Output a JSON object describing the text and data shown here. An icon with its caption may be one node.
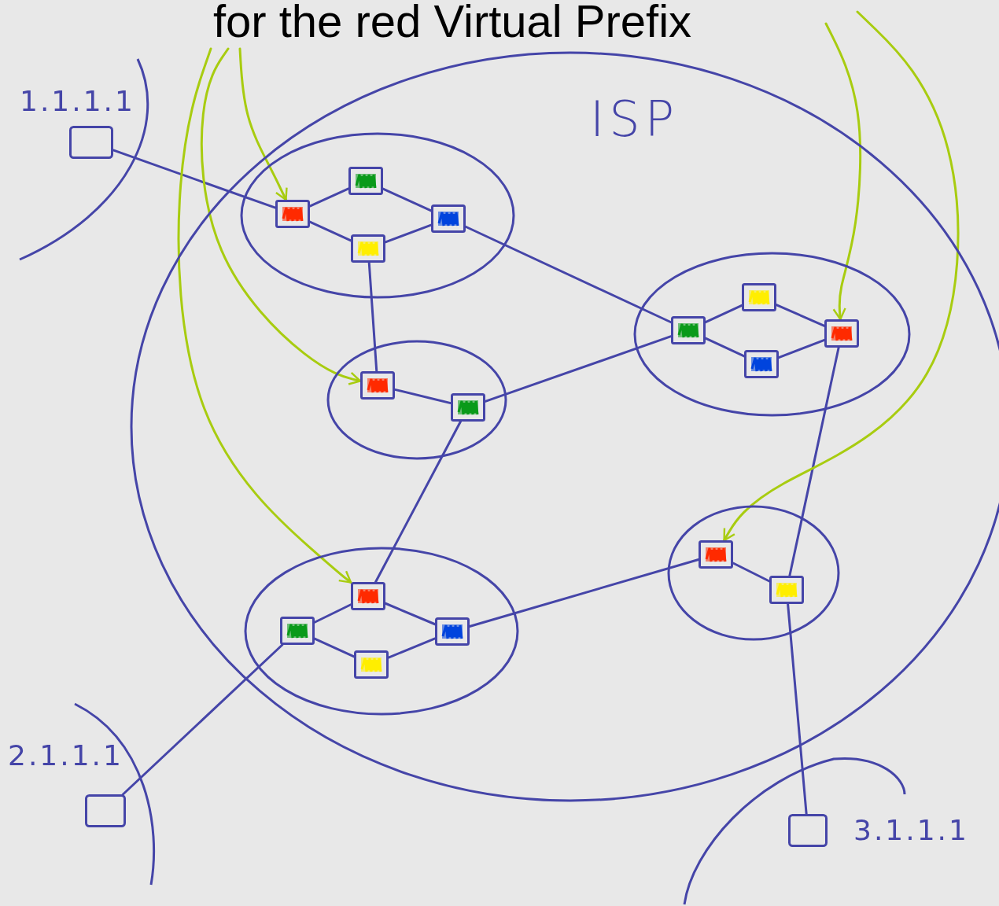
{
  "diagram": {
    "title": "for the red Virtual Prefix",
    "nodes": [
      {
        "text": [
          "ISP"
        ]
      },
      {
        "text": [],
        "shape": "box",
        "beside": [
          "1.1.1.1"
        ]
      },
      {
        "text": [],
        "shape": "ellipse",
        "in": 0
      },
      {
        "text": [],
        "shape": "box",
        "in": 2
      },
      {
        "text": [],
        "shape": "box",
        "in": 2
      },
      {
        "text": [],
        "shape": "box",
        "in": 2
      },
      {
        "text": [],
        "shape": "box",
        "in": 2
      },
      {
        "text": [],
        "shape": "ellipse",
        "in": 0
      },
      {
        "text": [],
        "shape": "box",
        "in": 7
      },
      {
        "text": [],
        "shape": "box",
        "in": 7
      },
      {
        "text": [],
        "shape": "box",
        "in": 7
      },
      {
        "text": [],
        "shape": "box",
        "in": 7
      },
      {
        "text": [],
        "shape": "ellipse",
        "in": 0
      },
      {
        "text": [],
        "shape": "box",
        "in": 12
      },
      {
        "text": [],
        "shape": "box",
        "in": 12
      },
      {
        "text": [],
        "shape": "ellipse",
        "in": 0
      },
      {
        "text": [],
        "shape": "box",
        "in": 15
      },
      {
        "text": [],
        "shape": "box",
        "in": 15
      },
      {
        "text": [],
        "shape": "ellipse",
        "in": 0
      },
      {
        "text": [],
        "shape": "box",
        "in": 18
      },
      {
        "text": [],
        "shape": "box",
        "in": 18
      },
      {
        "text": [],
        "shape": "box",
        "in": 18
      },
      {
        "text": [],
        "shape": "box",
        "in": 18
      },
      {
        "text": [],
        "shape": "box",
        "beside": [
          "2.1.1.1"
        ]
      },
      {
        "text": [],
        "shape": "box",
        "beside": [
          "3.1.1.1"
        ]
      }
    ],
    "edges": [
      {
        "from": 1,
        "to": 3,
        "arrow": "none"
      },
      {
        "from": 3,
        "to": 4,
        "arrow": "none"
      },
      {
        "from": 4,
        "to": 6,
        "arrow": "none"
      },
      {
        "from": 3,
        "to": 5,
        "arrow": "none"
      },
      {
        "from": 5,
        "to": 6,
        "arrow": "none"
      },
      {
        "from": 6,
        "to": 8,
        "arrow": "none"
      },
      {
        "from": 5,
        "to": 13,
        "arrow": "none"
      },
      {
        "from": 13,
        "to": 14,
        "arrow": "none"
      },
      {
        "from": 14,
        "to": 8,
        "arrow": "none"
      },
      {
        "from": 14,
        "to": 19,
        "arrow": "none"
      },
      {
        "from": 8,
        "to": 9,
        "arrow": "none"
      },
      {
        "from": 9,
        "to": 11,
        "arrow": "none"
      },
      {
        "from": 8,
        "to": 10,
        "arrow": "none"
      },
      {
        "from": 10,
        "to": 11,
        "arrow": "none"
      },
      {
        "from": 11,
        "to": 17,
        "arrow": "none"
      },
      {
        "from": 19,
        "to": 20,
        "arrow": "none"
      },
      {
        "from": 19,
        "to": 22,
        "arrow": "none"
      },
      {
        "from": 20,
        "to": 21,
        "arrow": "none"
      },
      {
        "from": 21,
        "to": 22,
        "arrow": "none"
      },
      {
        "from": 22,
        "to": 16,
        "arrow": "none"
      },
      {
        "from": 20,
        "to": 23,
        "arrow": "none"
      },
      {
        "from": 16,
        "to": 17,
        "arrow": "none"
      },
      {
        "from": 17,
        "to": 24,
        "arrow": "none"
      },
      {
        "from": null,
        "to": 3,
        "arrow": "to",
        "color": "#a8cc10"
      },
      {
        "from": null,
        "to": 13,
        "arrow": "to",
        "color": "#a8cc10"
      },
      {
        "from": null,
        "to": 19,
        "arrow": "to",
        "color": "#a8cc10"
      },
      {
        "from": null,
        "to": 11,
        "arrow": "to",
        "color": "#a8cc10"
      },
      {
        "from": null,
        "to": 16,
        "arrow": "to",
        "color": "#a8cc10"
      }
    ]
  }
}
